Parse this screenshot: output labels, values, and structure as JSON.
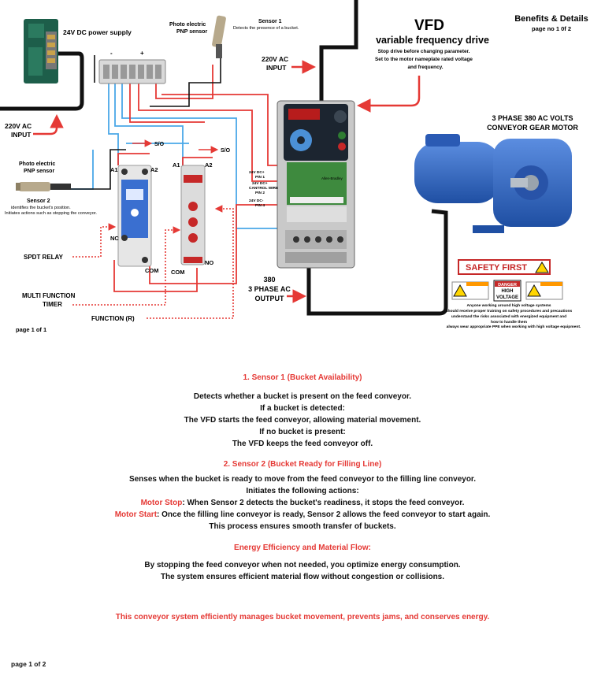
{
  "diagram": {
    "psu_label": "24V DC power supply",
    "psu_minus": "-",
    "psu_plus": "+",
    "ac_input_left_1": "220V AC",
    "ac_input_left_2": "INPUT",
    "sensor_left_title_1": "Photo electric",
    "sensor_left_title_2": "PNP sensor",
    "sensor2_name": "Sensor 2",
    "sensor2_desc_1": "identifies the bucket's position.",
    "sensor2_desc_2": "Initiates actions such as stopping the conveyor.",
    "sensor_top_title_1": "Photo electric",
    "sensor_top_title_2": "PNP sensor",
    "sensor1_name": "Sensor 1",
    "sensor1_desc": "Detects the presence of a bucket.",
    "ac_input_mid_1": "220V AC",
    "ac_input_mid_2": "INPUT",
    "so_1": "S/O",
    "so_2": "S/O",
    "a1_relay": "A1",
    "a2_relay": "A2",
    "a1_timer": "A1",
    "a2_timer": "A2",
    "nc": "NC",
    "no": "NO",
    "com_1": "COM",
    "com_2": "COM",
    "spdt_label": "SPDT RELAY",
    "timer_label_1": "MULTI FUNCTION",
    "timer_label_2": "TIMER",
    "function_label": "FUNCTION (R)",
    "page_left": "page 1 of 1",
    "vfd_title": "VFD",
    "vfd_subtitle": "variable frequency drive",
    "vfd_note_1": "Stop drive before changing parameter.",
    "vfd_note_2": "Set to the motor nameplate rated voltage",
    "vfd_note_3": "and frequency.",
    "vfd_brand": "Allen-Bradley",
    "vfd_pin_1": "24V DC+",
    "vfd_pin_2": "PIN 1",
    "vfd_pin_3": "24V DC+",
    "vfd_pin_4": "CANTROL WIRE",
    "vfd_pin_5": "PIN 2",
    "vfd_pin_6": "24V DC-",
    "vfd_pin_7": "PIN 4",
    "benefits_title": "Benefits & Details",
    "benefits_page": "page no 1 0f 2",
    "motor_label_1": "3 PHASE 380 AC VOLTS",
    "motor_label_2": "CONVEYOR GEAR MOTOR",
    "output_1": "380",
    "output_2": "3 PHASE AC",
    "output_3": "OUTPUT",
    "safety_title": "SAFETY FIRST",
    "danger_1": "DANGER",
    "danger_2": "HIGH",
    "danger_3": "VOLTAGE",
    "safety_text_1": "Anyone working around high voltage systems",
    "safety_text_2": "should receive proper training on safety procedures and precautions",
    "safety_text_3": "understand the risks associated with energized equipment and",
    "safety_text_4": "how to handle them",
    "safety_text_5": "always wear appropriate PPE when working with high voltage equipment."
  },
  "sections": {
    "s1_heading": "1. Sensor 1 (Bucket Availability)",
    "s1_l1": "Detects whether a bucket is present on the feed conveyor.",
    "s1_l2": "If a bucket is detected:",
    "s1_l3": "The VFD starts the feed conveyor, allowing material movement.",
    "s1_l4": "If no bucket is present:",
    "s1_l5": "The VFD keeps the feed conveyor off.",
    "s2_heading": "2. Sensor 2 (Bucket Ready for Filling Line)",
    "s2_l1": "Senses when the bucket is ready to move from the feed conveyor to the filling line conveyor.",
    "s2_l2": "Initiates the following actions:",
    "s2_l3_label": "Motor Stop",
    "s2_l3_text": ": When Sensor 2 detects the bucket's readiness, it stops the feed conveyor.",
    "s2_l4_label": "Motor Start",
    "s2_l4_text": ": Once the filling line conveyor is ready, Sensor 2 allows the feed conveyor to start again.",
    "s2_l5": "This process ensures smooth transfer of buckets.",
    "s3_heading": "Energy Efficiency and Material Flow:",
    "s3_l1": "By stopping the feed conveyor when not needed, you optimize energy consumption.",
    "s3_l2": "The system ensures efficient material flow without congestion or collisions.",
    "summary": "This conveyor system efficiently manages bucket movement, prevents jams, and conserves energy."
  },
  "footer": {
    "page": "page 1 of 2"
  },
  "colors": {
    "accent_red": "#e53935",
    "wire_blue": "#4aa8e8",
    "wire_black": "#111111",
    "motor_blue": "#2f66c2",
    "relay_blue": "#3a6fd0"
  }
}
